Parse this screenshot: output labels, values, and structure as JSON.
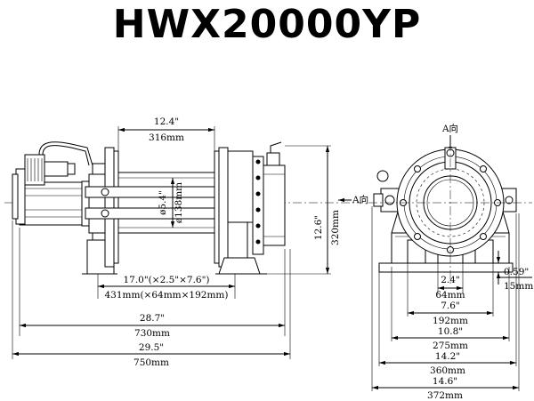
{
  "title": "HWX20000YP",
  "front_view": {
    "drum_length_in": "12.4\"",
    "drum_length_mm": "316mm",
    "drum_dia_in": "ø5.4\"",
    "drum_dia_mm": "ø138mm",
    "height_in": "12.6\"",
    "height_mm": "320mm",
    "bolt_pattern_in": "17.0\"(×2.5\"×7.6\")",
    "bolt_pattern_mm": "431mm(×64mm×192mm)",
    "length_in": "28.7\"",
    "length_mm": "730mm",
    "total_length_in": "29.5\"",
    "total_length_mm": "750mm",
    "view_arrow": "A向"
  },
  "side_view": {
    "view_label": "A向",
    "foot_thickness_in": "0.59\"",
    "foot_thickness_mm": "15mm",
    "dim_1_in": "2.4\"",
    "dim_1_mm": "64mm",
    "dim_2_in": "7.6\"",
    "dim_2_mm": "192mm",
    "dim_3_in": "10.8\"",
    "dim_3_mm": "275mm",
    "dim_4_in": "14.2\"",
    "dim_4_mm": "360mm",
    "dim_5_in": "14.6\"",
    "dim_5_mm": "372mm"
  }
}
